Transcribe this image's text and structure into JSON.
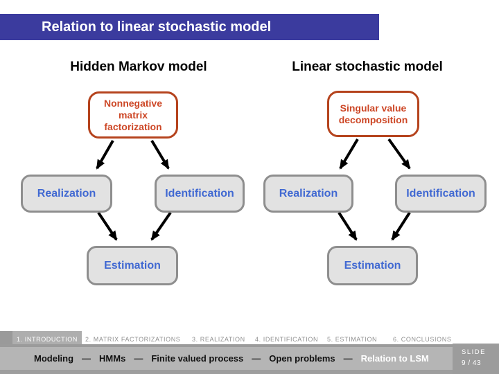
{
  "title_bar": {
    "title": "Relation to linear stochastic model"
  },
  "diagrams": {
    "left": {
      "header": "Hidden Markov model",
      "top_box": {
        "lines": [
          "Nonnegative",
          "matrix",
          "factorization"
        ]
      },
      "realization": "Realization",
      "identification": "Identification",
      "estimation": "Estimation"
    },
    "right": {
      "header": "Linear stochastic model",
      "top_box": {
        "lines": [
          "Singular value",
          "decomposition"
        ]
      },
      "realization": "Realization",
      "identification": "Identification",
      "estimation": "Estimation"
    }
  },
  "nav": {
    "items": [
      {
        "label": "1. INTRODUCTION",
        "active": true
      },
      {
        "label": "2. MATRIX FACTORIZATIONS",
        "active": false
      },
      {
        "label": "3. REALIZATION",
        "active": false
      },
      {
        "label": "4. IDENTIFICATION",
        "active": false
      },
      {
        "label": "5. ESTIMATION",
        "active": false
      },
      {
        "label": "6. CONCLUSIONS",
        "active": false
      }
    ]
  },
  "footer": {
    "separator": "—",
    "sections": [
      "Modeling",
      "HMMs",
      "Finite valued process",
      "Open problems",
      "Relation to LSM"
    ],
    "active_section": "Relation to LSM",
    "slide_label": "SLIDE",
    "slide_number": "9 / 43"
  },
  "colors": {
    "title_bar_bg": "#3b3b9e",
    "accent_orange_border": "#b5431d",
    "accent_orange_text": "#cd4726",
    "box_text_blue": "#4169d2",
    "box_fill_gray": "#e2e2e2",
    "box_border_gray": "#8e8e8e",
    "nav_active_bg": "#aeaeae",
    "footer_band": "#b5b5b5",
    "slide_badge_bg": "#9c9c9c"
  }
}
